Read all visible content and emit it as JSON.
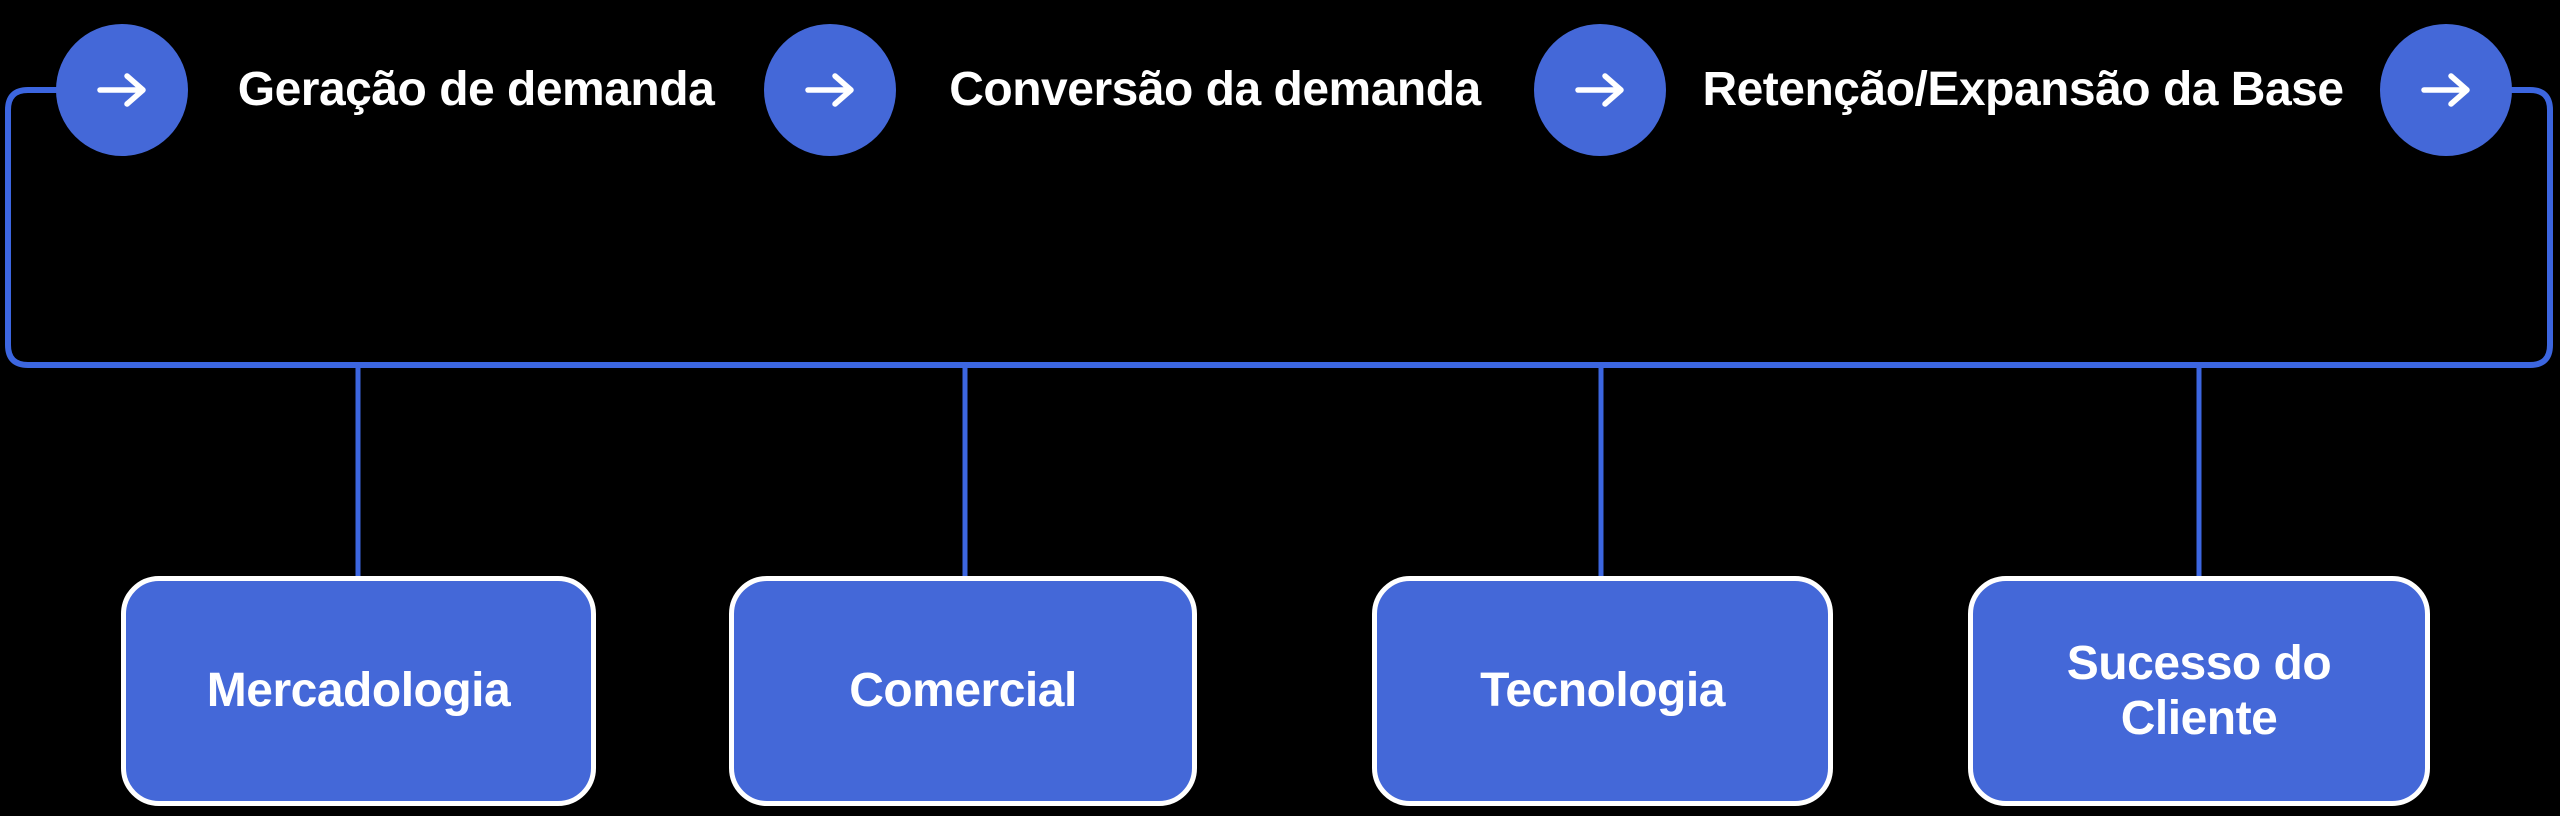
{
  "colors": {
    "background": "#000000",
    "node_fill": "#4468d8",
    "line": "#3c66e0",
    "text": "#ffffff"
  },
  "diagram": {
    "stages": [
      {
        "label": "Geração de demanda"
      },
      {
        "label": "Conversão da demanda"
      },
      {
        "label": "Retenção/Expansão da Base"
      }
    ],
    "departments": [
      {
        "label": "Mercadologia"
      },
      {
        "label": "Comercial"
      },
      {
        "label": "Tecnologia"
      },
      {
        "label": "Sucesso do Cliente"
      }
    ]
  }
}
